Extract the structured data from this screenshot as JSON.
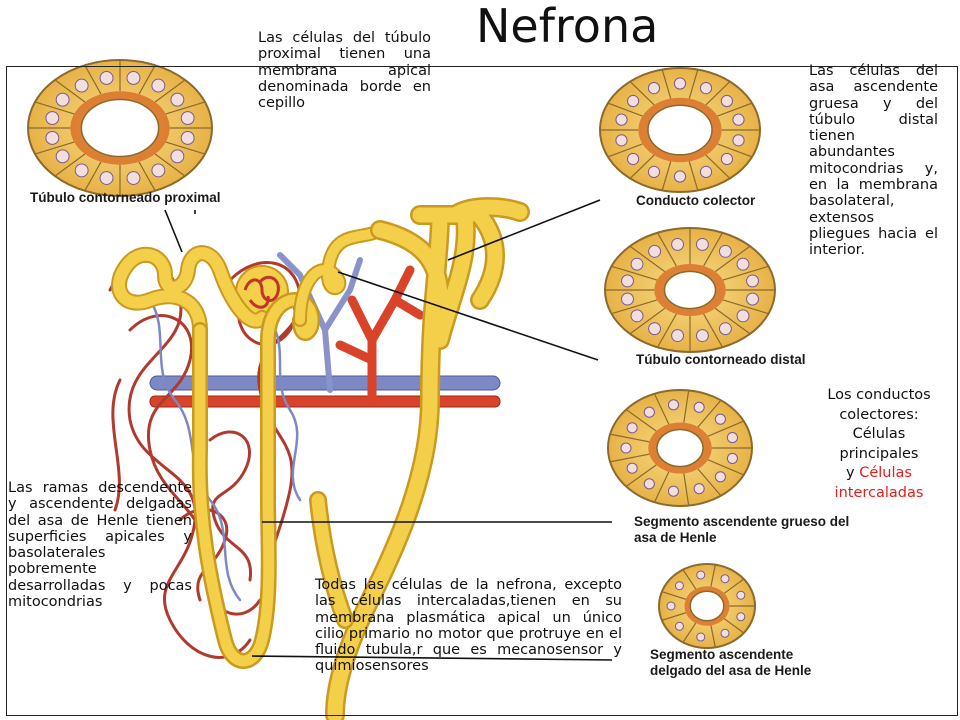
{
  "title": "Nefrona",
  "annotations": {
    "proximal": "Las células del túbulo proximal tienen una membrana apical denominada borde en cepillo",
    "distal": "Las células del asa ascendente gruesa y del túbulo distal tienen abundantes mitocondrias y, en la membrana basolateral, extensos pliegues hacia el interior.",
    "collectors_line1": "Los conductos colectores:",
    "collectors_line2": "Células principales",
    "collectors_line3": "y",
    "collectors_line4": "Células intercaladas",
    "henle_thin": "Las ramas descendente y ascendente delgadas del asa de Henle tienen superficies apicales y basolaterales pobremente desarrolladas y pocas mitocondrias",
    "cilium": "Todas las células de la nefrona, excepto las células intercaladas,tienen en su membrana plasmática apical un único cilio primario no motor que protruye en el fluido tubula,r que es mecanosensor y quimiosensores"
  },
  "figure_labels": {
    "proximal": "Túbulo contorneado proximal",
    "collector": "Conducto colector",
    "distal": "Túbulo contorneado distal",
    "thick_1": "Segmento ascendente grueso del",
    "thick_2": "asa de Henle",
    "thin_1": "Segmento ascendente",
    "thin_2": "delgado del asa de Henle"
  },
  "colors": {
    "tubule": "#f3cf4a",
    "tubule_edge": "#c99a1f",
    "artery": "#d8432a",
    "vessel_mesh": "#b03a2e",
    "vein": "#7d88c4",
    "cell_fill": "#f1c35f",
    "cell_edge": "#8b6a2c",
    "lumen_rim": "#d9722a",
    "nucleus": "#f2dede",
    "accent_red": "#e0201b"
  }
}
